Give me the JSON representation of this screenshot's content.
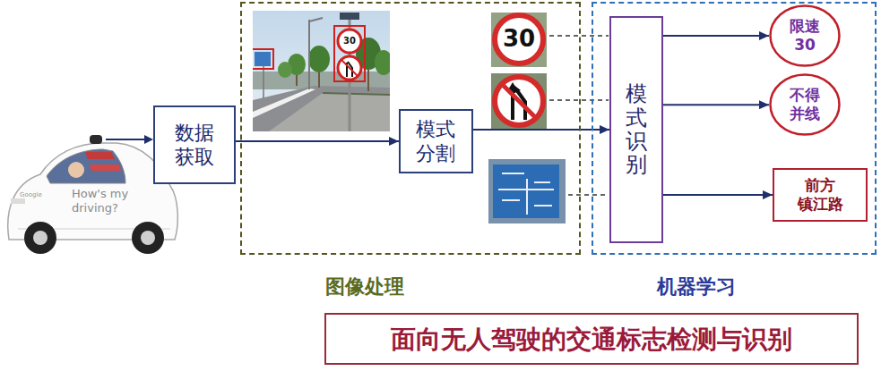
{
  "diagram": {
    "nodes": [
      {
        "text": [
          "数据 获取"
        ]
      },
      {
        "text": [
          "图像处理"
        ]
      },
      {
        "text": [
          "模式 分割"
        ],
        "in": 1
      },
      {
        "text": [
          "机器学习"
        ]
      },
      {
        "text": [
          "模式识别"
        ],
        "in": 3
      },
      {
        "text": [
          "限速 30"
        ],
        "in": 3
      },
      {
        "text": [
          "不得 并线"
        ],
        "in": 3
      },
      {
        "text": [
          "前方 镇江路"
        ],
        "in": 3
      },
      {
        "text": [
          "面向无人驾驶的交通标志检测与识别"
        ]
      }
    ],
    "edges": [
      {
        "from": 0,
        "to": 2,
        "arrow": "to"
      },
      {
        "from": 2,
        "to": 4,
        "arrow": "to"
      },
      {
        "from": 4,
        "to": 5,
        "arrow": "to"
      },
      {
        "from": 4,
        "to": 6,
        "arrow": "to"
      },
      {
        "from": 4,
        "to": 7,
        "arrow": "to"
      }
    ],
    "labels": [
      "How's my driving?",
      "Google",
      "30",
      "30"
    ]
  }
}
